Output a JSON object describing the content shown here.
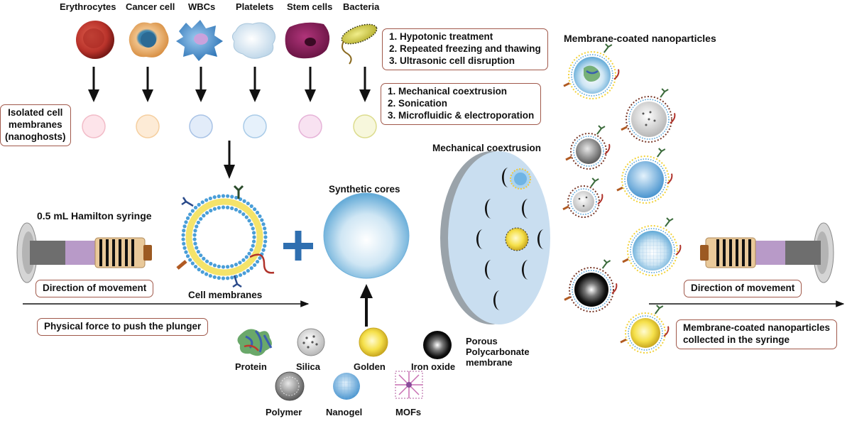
{
  "cell_types": [
    "Erythrocytes",
    "Cancer cell",
    "WBCs",
    "Platelets",
    "Stem cells",
    "Bacteria"
  ],
  "lysis_methods": [
    "1. Hypotonic treatment",
    "2. Repeated freezing and thawing",
    "3. Ultrasonic cell disruption"
  ],
  "fusion_methods": [
    "1. Mechanical coextrusion",
    "2. Sonication",
    "3. Microfluidic & electroporation"
  ],
  "isolated_membranes_label": [
    "Isolated cell",
    "membranes",
    "(nanoghosts)"
  ],
  "membrane_coated_title": "Membrane-coated nanoparticles",
  "mechanical_coextrusion_label": "Mechanical coextrusion",
  "synthetic_cores_label": "Synthetic cores",
  "syringe_label": "0.5 mL Hamilton syringe",
  "direction_left": "Direction of movement",
  "direction_right": "Direction of movement",
  "cell_membranes_label": "Cell membranes",
  "physical_force_label": "Physical force to push the plunger",
  "core_types": {
    "protein": "Protein",
    "silica": "Silica",
    "golden": "Golden",
    "iron_oxide": "Iron oxide",
    "polymer": "Polymer",
    "nanogel": "Nanogel",
    "mofs": "MOFs"
  },
  "membrane_label": [
    "Porous",
    "Polycarbonate",
    "membrane"
  ],
  "collected_label": [
    "Membrane-coated nanoparticles",
    "collected in the syringe"
  ],
  "colors": {
    "box_border": "#a0584a",
    "erythrocyte": "#c0392b",
    "stem_cell": "#8e1d5c",
    "wbc": "#3f86c4",
    "plus": "#2f6fb0",
    "membrane_disc": "#c9def0"
  }
}
